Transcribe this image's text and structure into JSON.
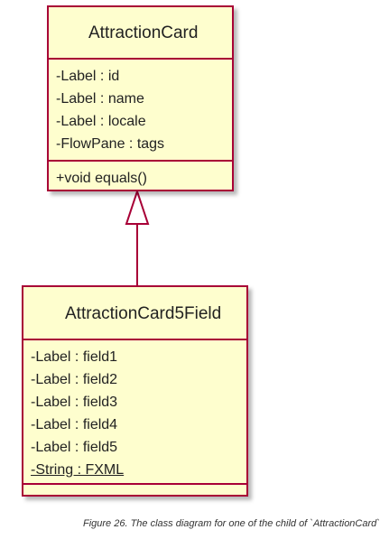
{
  "diagram": {
    "colors": {
      "fill": "#fefece",
      "border": "#a80036",
      "text": "#222222"
    },
    "classes": [
      {
        "name": "AttractionCard",
        "attributes": [
          "-Label : id",
          "-Label : name",
          "-Label : locale",
          "-FlowPane : tags"
        ],
        "methods": [
          "+void equals()"
        ]
      },
      {
        "name": "AttractionCard5Field",
        "attributes": [
          "-Label : field1",
          "-Label : field2",
          "-Label : field3",
          "-Label : field4",
          "-Label : field5",
          "-String : FXML"
        ],
        "methods": []
      }
    ],
    "relations": [
      {
        "type": "inheritance",
        "from": "AttractionCard5Field",
        "to": "AttractionCard"
      }
    ]
  },
  "caption": "Figure 26. The class diagram for one of the child of `AttractionCard`"
}
